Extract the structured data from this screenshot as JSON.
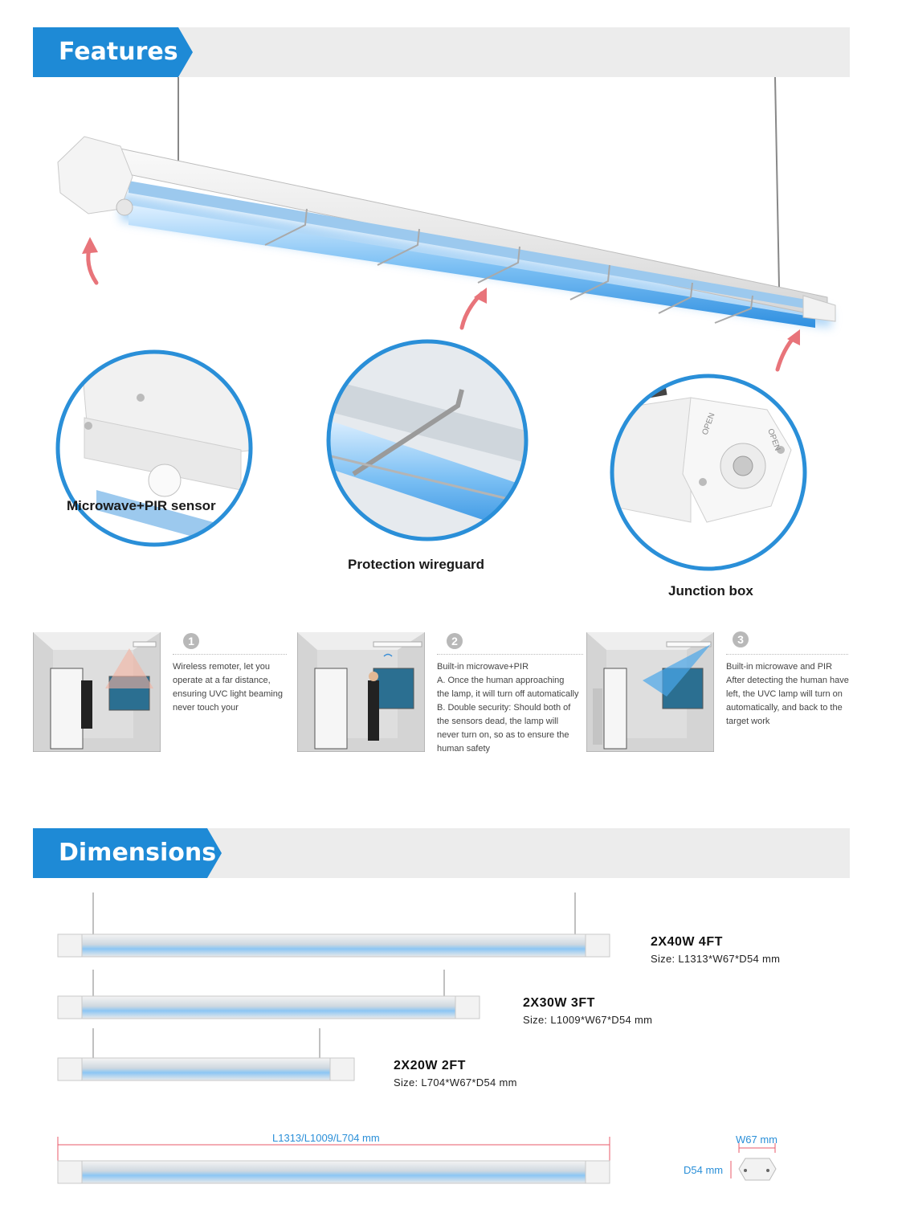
{
  "features_section": {
    "title": "Features",
    "callouts": [
      {
        "label": "Microwave+PIR sensor"
      },
      {
        "label": "Protection wireguard"
      },
      {
        "label": "Junction box"
      }
    ],
    "junction_box_marks": [
      "OPEN",
      "OPEN"
    ]
  },
  "steps": [
    {
      "number": "1",
      "lines": [
        "Wireless remoter, let you",
        "operate at a far distance,",
        "ensuring UVC light beaming",
        "never touch your"
      ]
    },
    {
      "number": "2",
      "lines": [
        "Built-in microwave+PIR",
        "A. Once the human approaching",
        "the lamp, it will turn off automatically",
        "B. Double security: Should both of",
        "the sensors dead, the lamp will",
        "never turn on, so as to ensure the",
        "human safety"
      ]
    },
    {
      "number": "3",
      "lines": [
        "Built-in microwave and PIR",
        "After detecting the human have",
        "left, the UVC lamp will turn on",
        "automatically, and back to the",
        "target work"
      ]
    }
  ],
  "dimensions_section": {
    "title": "Dimensions",
    "models": [
      {
        "title": "2X40W 4FT",
        "size": "Size: L1313*W67*D54 mm"
      },
      {
        "title": "2X30W 3FT",
        "size": "Size: L1009*W67*D54 mm"
      },
      {
        "title": "2X20W 2FT",
        "size": "Size: L704*W67*D54 mm"
      }
    ],
    "length_label": "L1313/L1009/L704 mm",
    "width_label": "W67 mm",
    "depth_label": "D54 mm"
  },
  "colors": {
    "accent": "#1e8ad6",
    "uv_glow": "#6fb6f0",
    "arrow": "#e8747a",
    "bar": "#ececec"
  }
}
